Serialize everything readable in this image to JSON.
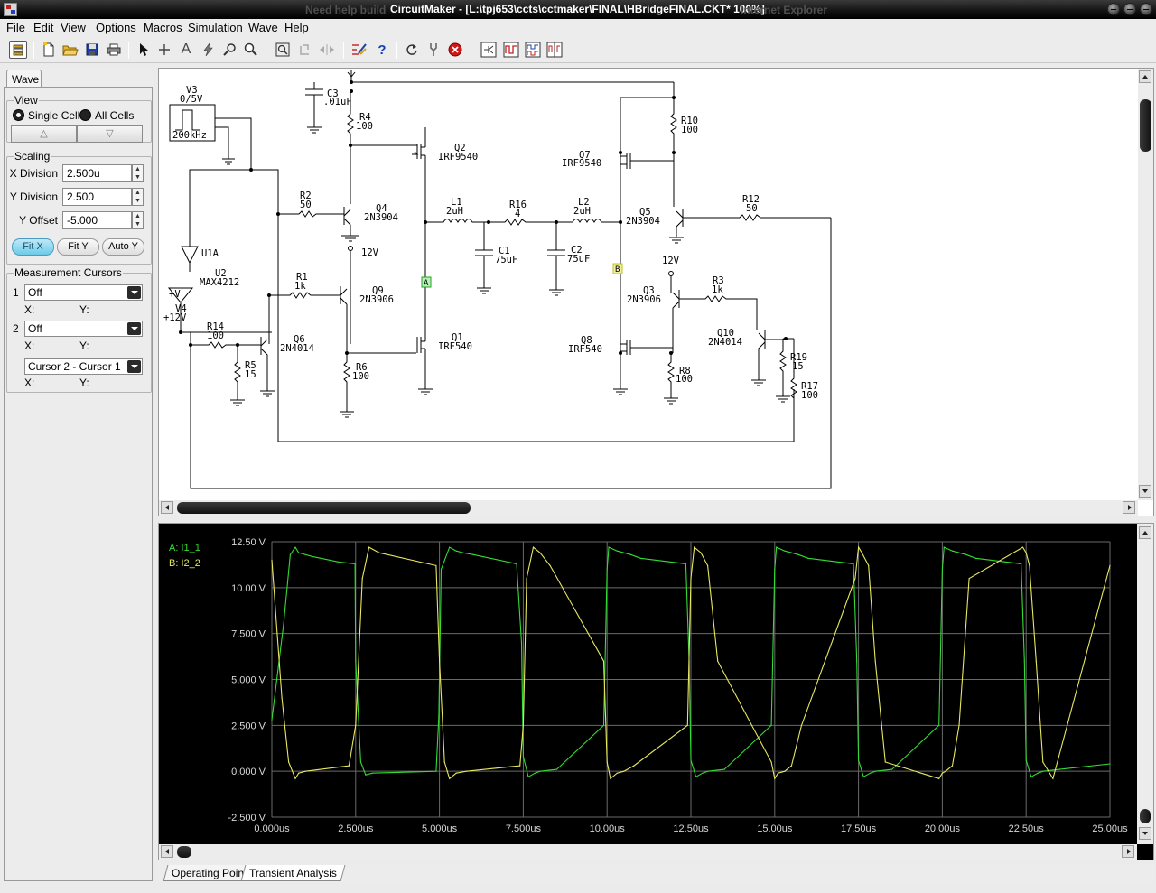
{
  "window": {
    "ghost_left": "Need help build",
    "title": "CircuitMaker - [L:\\tpj653\\ccts\\cctmaker\\FINAL\\HBridgeFINAL.CKT* 100%]",
    "ghost_right": "Internet Explorer"
  },
  "menu": [
    "File",
    "Edit",
    "View",
    "Options",
    "Macros",
    "Simulation",
    "Wave",
    "Help"
  ],
  "toolbar_icons": [
    "layers-icon",
    "new-file-icon",
    "open-folder-icon",
    "save-icon",
    "print-icon",
    "arrow-pointer-icon",
    "wire-cross-icon",
    "text-tool-icon",
    "probe-lightning-icon",
    "probe-tool-icon",
    "zoom-icon",
    "zoom-fit-icon",
    "rotate-icon",
    "mirror-icon",
    "digital-sim-icon",
    "help-icon",
    "reset-icon",
    "trace-icon",
    "stop-icon",
    "run-analysis-icon",
    "wave-icon",
    "multi-wave-icon",
    "split-wave-icon"
  ],
  "panel": {
    "tab": "Wave",
    "view": {
      "title": "View",
      "single_cell": "Single Cell",
      "all_cells": "All Cells",
      "selected": "Single Cell"
    },
    "scaling": {
      "title": "Scaling",
      "x_division_label": "X Division",
      "x_division": "2.500u",
      "y_division_label": "Y Division",
      "y_division": "2.500",
      "y_offset_label": "Y Offset",
      "y_offset": "-5.000",
      "fit_x": "Fit X",
      "fit_y": "Fit Y",
      "auto_y": "Auto Y"
    },
    "cursors": {
      "title": "Measurement Cursors",
      "c1_num": "1",
      "c1_value": "Off",
      "c2_num": "2",
      "c2_value": "Off",
      "x_label": "X:",
      "y_label": "Y:",
      "diff": "Cursor 2 - Cursor 1"
    }
  },
  "schematic": {
    "labels": [
      "V3",
      "0/5V",
      "200kHz",
      "C3",
      ".01uF",
      "R4",
      "100",
      "Q2",
      "IRF9540",
      "Q4",
      "2N3904",
      "12V",
      "R2",
      "50",
      "U1A",
      "U2",
      "MAX4212",
      "+V",
      "V4",
      "+12V",
      "R1",
      "1k",
      "Q9",
      "2N3906",
      "R14",
      "100",
      "Q6",
      "2N4014",
      "R5",
      "15",
      "R6",
      "100",
      "Q1",
      "IRF540",
      "L1",
      "2uH",
      "R16",
      "4",
      "L2",
      "2uH",
      "C1",
      "75uF",
      "C2",
      "75uF",
      "Q7",
      "IRF9540",
      "R10",
      "100",
      "Q5",
      "2N3904",
      "R12",
      "50",
      "12V",
      "R3",
      "1k",
      "Q3",
      "2N3906",
      "Q10",
      "2N4014",
      "Q8",
      "IRF540",
      "R8",
      "100",
      "R19",
      "15",
      "R17",
      "100",
      "A",
      "B"
    ]
  },
  "bottom_tabs": [
    "Operating Point",
    "Transient Analysis"
  ],
  "chart_data": {
    "type": "line",
    "title": "",
    "xlabel": "",
    "ylabel": "",
    "xlim": [
      0,
      25
    ],
    "ylim": [
      -2.5,
      12.5
    ],
    "x_ticks": [
      "0.000us",
      "2.500us",
      "5.000us",
      "7.500us",
      "10.00us",
      "12.50us",
      "15.00us",
      "17.50us",
      "20.00us",
      "22.50us",
      "25.00us"
    ],
    "y_ticks": [
      "12.50 V",
      "10.00 V",
      "7.500 V",
      "5.000 V",
      "2.500 V",
      "0.000 V",
      "-2.500 V"
    ],
    "grid": true,
    "legend_position": "top-left",
    "colors": {
      "A": "#33dd33",
      "B": "#e8e860"
    },
    "series": [
      {
        "name": "A: I1_1",
        "x": [
          0,
          0.35,
          0.55,
          0.7,
          0.8,
          1.2,
          2.0,
          2.48,
          2.5,
          2.65,
          2.8,
          3.0,
          4.9,
          4.98,
          5.05,
          5.3,
          5.5,
          5.7,
          6.0,
          7.3,
          7.45,
          7.5,
          7.65,
          7.85,
          8.0,
          8.5,
          9.9,
          10.0,
          10.05,
          10.3,
          10.5,
          10.7,
          11.0,
          12.35,
          12.45,
          12.5,
          12.65,
          12.85,
          13.0,
          13.5,
          14.9,
          15.0,
          15.05,
          15.3,
          15.5,
          15.7,
          16.0,
          17.35,
          17.45,
          17.5,
          17.65,
          17.85,
          18.0,
          18.5,
          19.9,
          20.0,
          20.05,
          20.3,
          20.5,
          20.7,
          21.0,
          22.35,
          22.45,
          22.5,
          22.65,
          22.85,
          23.0,
          23.5,
          25.0
        ],
        "y": [
          2.8,
          8.0,
          11.8,
          12.2,
          11.9,
          11.7,
          11.4,
          11.3,
          6.0,
          0.5,
          -0.2,
          -0.1,
          0.0,
          3.0,
          11.0,
          12.2,
          12.0,
          11.9,
          11.8,
          11.3,
          7.0,
          0.8,
          -0.3,
          -0.1,
          0.0,
          0.1,
          2.5,
          11.0,
          12.2,
          12.0,
          11.9,
          11.8,
          11.6,
          11.3,
          6.0,
          0.6,
          -0.3,
          -0.1,
          0.0,
          0.1,
          2.5,
          11.0,
          12.2,
          12.0,
          11.9,
          11.8,
          11.6,
          11.3,
          6.0,
          0.6,
          -0.3,
          -0.1,
          0.0,
          0.1,
          2.5,
          11.0,
          12.2,
          12.0,
          11.9,
          11.8,
          11.6,
          11.3,
          6.0,
          0.6,
          -0.3,
          -0.1,
          0.0,
          0.1,
          0.4
        ]
      },
      {
        "name": "B: I2_2",
        "x": [
          0,
          0.1,
          0.3,
          0.5,
          0.7,
          0.8,
          1.0,
          2.3,
          2.5,
          2.7,
          2.9,
          3.2,
          4.9,
          5.0,
          5.15,
          5.3,
          5.5,
          5.8,
          7.4,
          7.5,
          7.6,
          7.8,
          8.0,
          8.3,
          9.9,
          10.0,
          10.1,
          10.3,
          10.5,
          10.8,
          12.4,
          12.5,
          12.6,
          12.8,
          13.0,
          13.3,
          14.9,
          15.0,
          15.1,
          15.3,
          15.5,
          15.8,
          17.4,
          17.5,
          17.6,
          17.8,
          18.0,
          18.3,
          19.9,
          20.0,
          20.1,
          20.3,
          20.5,
          20.8,
          22.4,
          22.5,
          22.6,
          22.8,
          23.0,
          23.3,
          25.0
        ],
        "y": [
          11.5,
          9.0,
          4.0,
          0.5,
          -0.4,
          -0.1,
          0.0,
          0.3,
          2.5,
          10.5,
          12.2,
          11.9,
          11.2,
          6.0,
          0.5,
          -0.4,
          -0.1,
          0.0,
          0.3,
          2.5,
          10.5,
          12.2,
          11.9,
          11.2,
          6.0,
          0.5,
          -0.4,
          -0.1,
          0.0,
          0.3,
          2.5,
          10.5,
          12.2,
          11.9,
          11.2,
          6.0,
          0.5,
          -0.4,
          -0.1,
          0.0,
          0.3,
          2.5,
          10.5,
          12.2,
          11.9,
          11.2,
          6.0,
          0.5,
          -0.4,
          -0.1,
          0.0,
          0.3,
          2.5,
          10.5,
          12.2,
          11.9,
          11.2,
          6.0,
          0.5,
          -0.4,
          11.2
        ]
      }
    ]
  }
}
